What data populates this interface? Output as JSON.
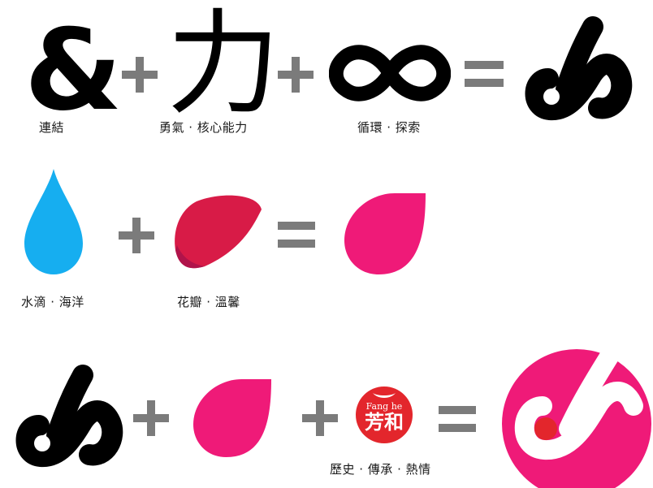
{
  "row1": {
    "ampersand_glyph": "&",
    "ampersand_caption": "連結",
    "li_glyph": "力",
    "li_caption": "勇氣 · 核心能力",
    "infinity_caption": "循環 · 探索"
  },
  "row2": {
    "water_caption": "水滴 · 海洋",
    "petal_caption": "花瓣 · 溫馨"
  },
  "row3": {
    "seal_text_top": "Fang he",
    "seal_text_main": "芳和",
    "seal_caption": "歷史 · 傳承 · 熱情"
  },
  "colors": {
    "magenta": "#ef1a78",
    "water_blue": "#16aef0",
    "petal_red": "#d81b47",
    "operator_gray": "#7b7b7b",
    "seal_red": "#e3262c",
    "black": "#000000"
  }
}
